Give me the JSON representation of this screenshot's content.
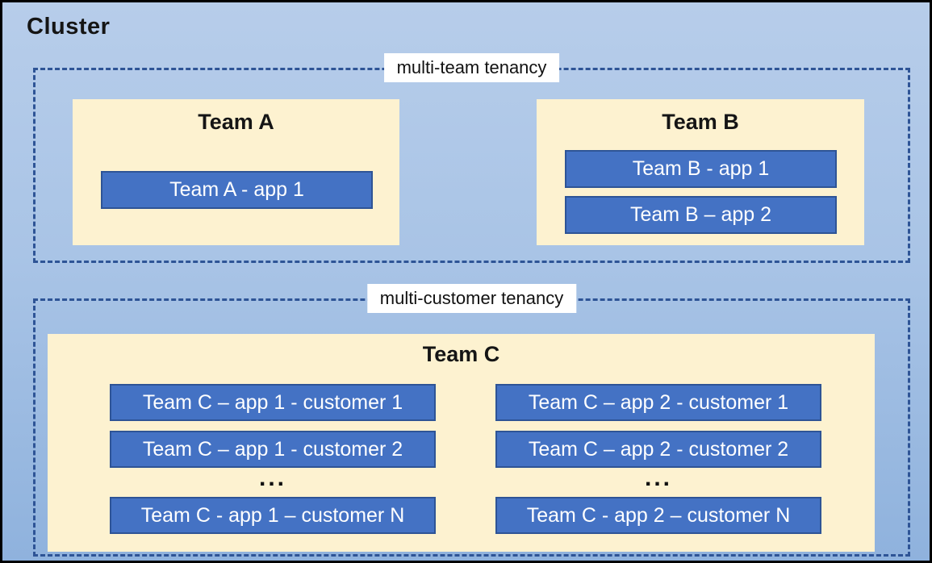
{
  "cluster": {
    "title": "Cluster"
  },
  "sections": [
    {
      "label": "multi-team tenancy",
      "teams": [
        {
          "name": "Team A",
          "apps": [
            "Team A - app 1"
          ]
        },
        {
          "name": "Team B",
          "apps": [
            "Team B - app 1",
            "Team B – app 2"
          ]
        }
      ]
    },
    {
      "label": "multi-customer tenancy",
      "teams": [
        {
          "name": "Team C",
          "ellipsis": "...",
          "columns": [
            {
              "apps": [
                "Team C – app 1 - customer 1",
                "Team C – app 1 - customer 2",
                "Team C - app 1 – customer N"
              ]
            },
            {
              "apps": [
                "Team C – app 2 - customer 1",
                "Team C – app 2 - customer 2",
                "Team C - app 2 – customer N"
              ]
            }
          ]
        }
      ]
    }
  ],
  "colors": {
    "canvas_top": "#b7cdea",
    "canvas_bottom": "#8fb2dd",
    "outer_border": "#000000",
    "dashed_border": "#2e5496",
    "team_box_fill": "#fdf2d0",
    "app_box_fill": "#4472c4",
    "app_box_border": "#2e5496",
    "app_text": "#ffffff",
    "label_bg": "#ffffff",
    "text": "#1a1a1a"
  }
}
